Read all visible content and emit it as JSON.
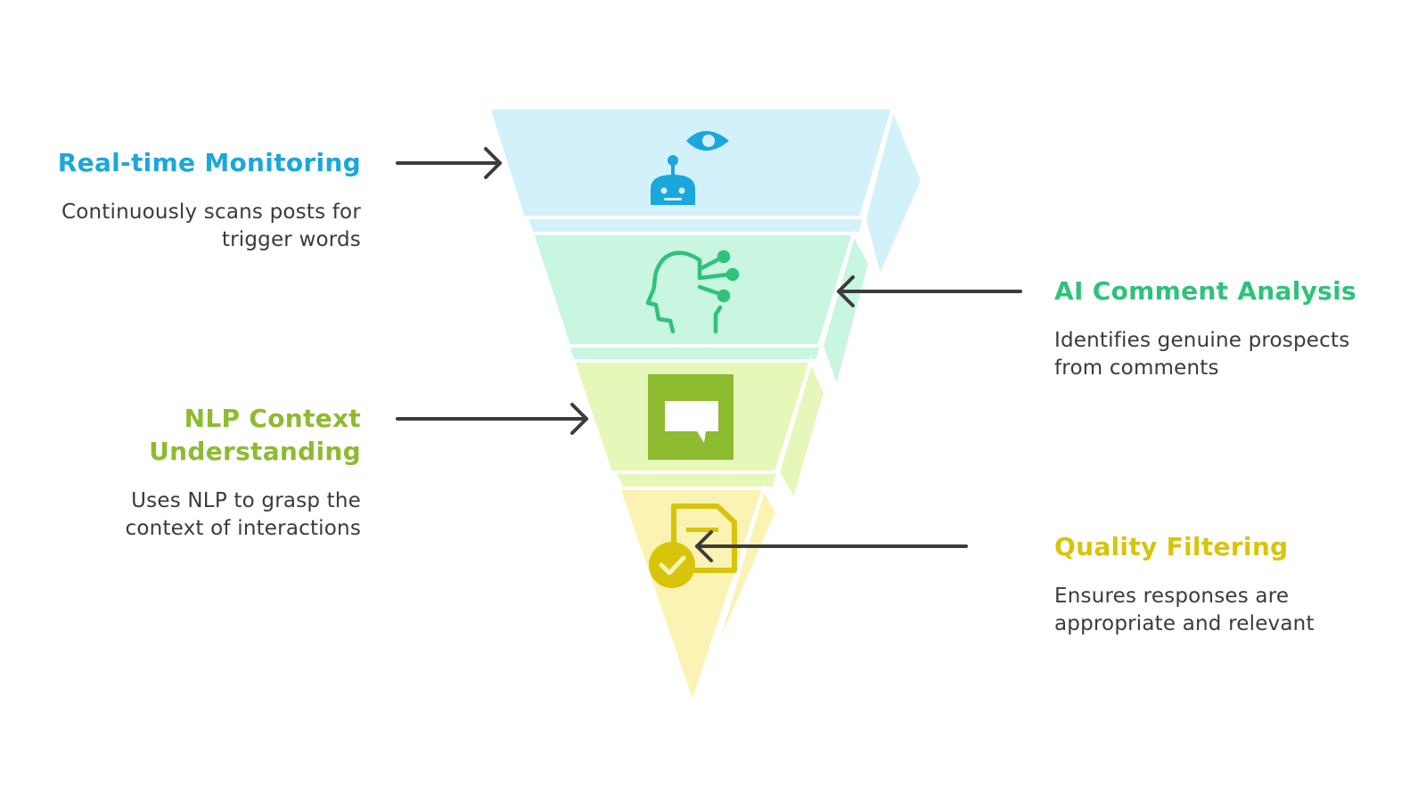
{
  "stages": [
    {
      "title": "Real-time Monitoring",
      "description": "Continuously scans posts for trigger words",
      "color": "#1aa7dc",
      "fill": "#d3f1fb",
      "icon": "robot-with-eye-icon"
    },
    {
      "title": "AI Comment Analysis",
      "description": "Identifies genuine prospects from comments",
      "color": "#2fc27a",
      "fill": "#c8f6e0",
      "icon": "ai-head-circuit-icon"
    },
    {
      "title": "NLP Context Understanding",
      "description": "Uses NLP to grasp the context of interactions",
      "color": "#8dbb2f",
      "fill": "#e5f8b9",
      "icon": "speech-bubble-icon"
    },
    {
      "title": "Quality Filtering",
      "description": "Ensures responses are appropriate and relevant",
      "color": "#d8c40a",
      "fill": "#fbf3b3",
      "icon": "document-check-icon"
    }
  ],
  "arrow_color": "#3c3c3c"
}
